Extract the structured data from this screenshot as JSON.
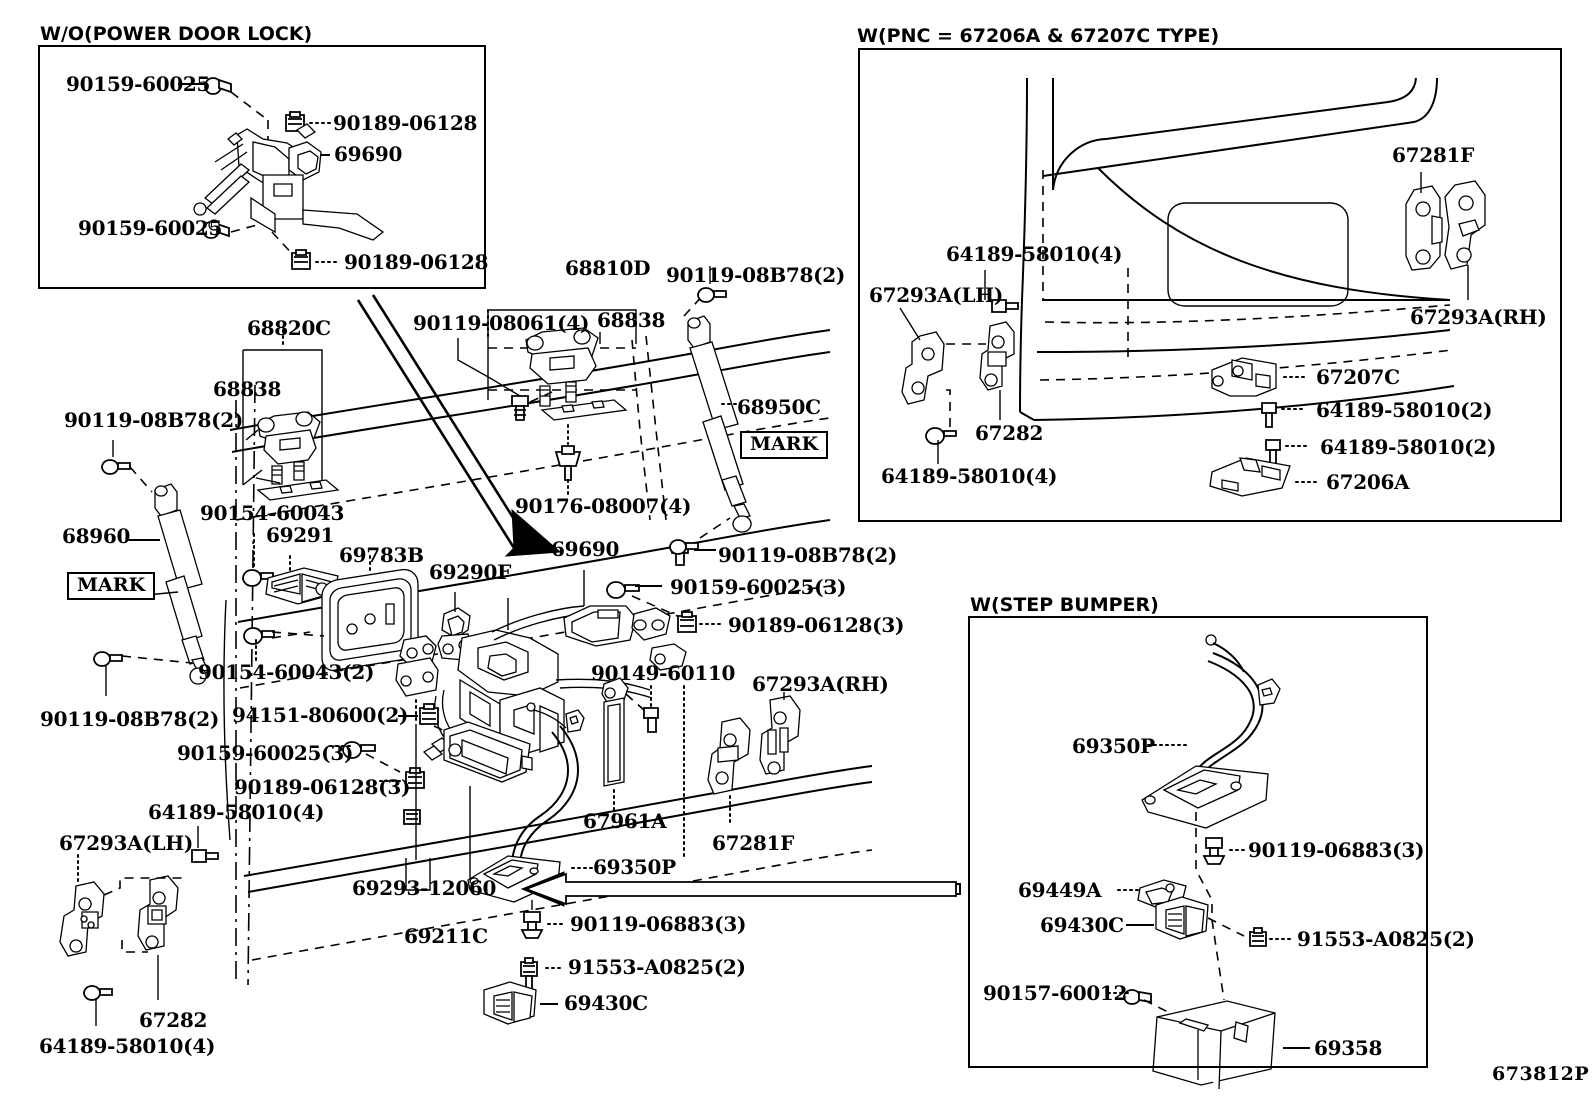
{
  "diagram": {
    "sheet_code": "673812P",
    "panels": [
      {
        "id": "wo-power-door-lock",
        "title": "W/O(POWER DOOR LOCK)"
      },
      {
        "id": "pnc-type",
        "title": "W(PNC = 67206A & 67207C TYPE)"
      },
      {
        "id": "step-bumper",
        "title": "W(STEP BUMPER)"
      }
    ],
    "mark_boxes": [
      {
        "id": "mark-68960",
        "text": "MARK"
      },
      {
        "id": "mark-68950c",
        "text": "MARK"
      }
    ],
    "panel_wo_power_door_lock": {
      "labels": [
        {
          "id": "p1-90159-60025-top",
          "text": "90159-60025"
        },
        {
          "id": "p1-90189-06128-top",
          "text": "90189-06128"
        },
        {
          "id": "p1-69690",
          "text": "69690"
        },
        {
          "id": "p1-90159-60025-bot",
          "text": "90159-60025"
        },
        {
          "id": "p1-90189-06128-bot",
          "text": "90189-06128"
        }
      ]
    },
    "panel_pnc_type": {
      "labels": [
        {
          "id": "p2-67281f",
          "text": "67281F"
        },
        {
          "id": "p2-64189-58010-4a",
          "text": "64189-58010(4)"
        },
        {
          "id": "p2-67293a-lh",
          "text": "67293A(LH)"
        },
        {
          "id": "p2-67293a-rh",
          "text": "67293A(RH)"
        },
        {
          "id": "p2-67207c",
          "text": "67207C"
        },
        {
          "id": "p2-64189-58010-2a",
          "text": "64189-58010(2)"
        },
        {
          "id": "p2-64189-58010-2b",
          "text": "64189-58010(2)"
        },
        {
          "id": "p2-67206a",
          "text": "67206A"
        },
        {
          "id": "p2-67282",
          "text": "67282"
        },
        {
          "id": "p2-64189-58010-4b",
          "text": "64189-58010(4)"
        }
      ]
    },
    "panel_step_bumper": {
      "labels": [
        {
          "id": "p3-69350p",
          "text": "69350P"
        },
        {
          "id": "p3-90119-06883",
          "text": "90119-06883(3)"
        },
        {
          "id": "p3-69449a",
          "text": "69449A"
        },
        {
          "id": "p3-69430c",
          "text": "69430C"
        },
        {
          "id": "p3-91553-a0825",
          "text": "91553-A0825(2)"
        },
        {
          "id": "p3-90157-60012",
          "text": "90157-60012"
        },
        {
          "id": "p3-69358",
          "text": "69358"
        }
      ]
    },
    "main": {
      "labels": [
        {
          "id": "m-68820c",
          "text": "68820C"
        },
        {
          "id": "m-68838-left",
          "text": "68838"
        },
        {
          "id": "m-90119-08b78-a",
          "text": "90119-08B78(2)"
        },
        {
          "id": "m-68960",
          "text": "68960"
        },
        {
          "id": "m-90154-60043",
          "text": "90154-60043"
        },
        {
          "id": "m-69291",
          "text": "69291"
        },
        {
          "id": "m-69783b",
          "text": "69783B"
        },
        {
          "id": "m-69290f",
          "text": "69290F"
        },
        {
          "id": "m-90154-60043-2",
          "text": "90154-60043(2)"
        },
        {
          "id": "m-94151-80600",
          "text": "94151-80600(2)"
        },
        {
          "id": "m-90159-60025-3a",
          "text": "90159-60025(3)"
        },
        {
          "id": "m-90189-06128-3a",
          "text": "90189-06128(3)"
        },
        {
          "id": "m-64189-58010-4a",
          "text": "64189-58010(4)"
        },
        {
          "id": "m-67293a-lh",
          "text": "67293A(LH)"
        },
        {
          "id": "m-90119-08b78-b",
          "text": "90119-08B78(2)"
        },
        {
          "id": "m-67282",
          "text": "67282"
        },
        {
          "id": "m-64189-58010-4b",
          "text": "64189-58010(4)"
        },
        {
          "id": "m-68810d",
          "text": "68810D"
        },
        {
          "id": "m-90119-08061",
          "text": "90119-08061(4)"
        },
        {
          "id": "m-68838-right",
          "text": "68838"
        },
        {
          "id": "m-90119-08b78-c",
          "text": "90119-08B78(2)"
        },
        {
          "id": "m-68950c",
          "text": "68950C"
        },
        {
          "id": "m-90176-08007",
          "text": "90176-08007(4)"
        },
        {
          "id": "m-69690",
          "text": "69690"
        },
        {
          "id": "m-90119-08b78-d",
          "text": "90119-08B78(2)"
        },
        {
          "id": "m-90159-60025-3b",
          "text": "90159-60025(3)"
        },
        {
          "id": "m-90189-06128-3b",
          "text": "90189-06128(3)"
        },
        {
          "id": "m-90149-60110",
          "text": "90149-60110"
        },
        {
          "id": "m-67293a-rh",
          "text": "67293A(RH)"
        },
        {
          "id": "m-67961a",
          "text": "67961A"
        },
        {
          "id": "m-67281f",
          "text": "67281F"
        },
        {
          "id": "m-69350p",
          "text": "69350P"
        },
        {
          "id": "m-69293-12060",
          "text": "69293-12060"
        },
        {
          "id": "m-69211c",
          "text": "69211C"
        },
        {
          "id": "m-90119-06883",
          "text": "90119-06883(3)"
        },
        {
          "id": "m-91553-a0825",
          "text": "91553-A0825(2)"
        },
        {
          "id": "m-69430c",
          "text": "69430C"
        }
      ]
    }
  }
}
